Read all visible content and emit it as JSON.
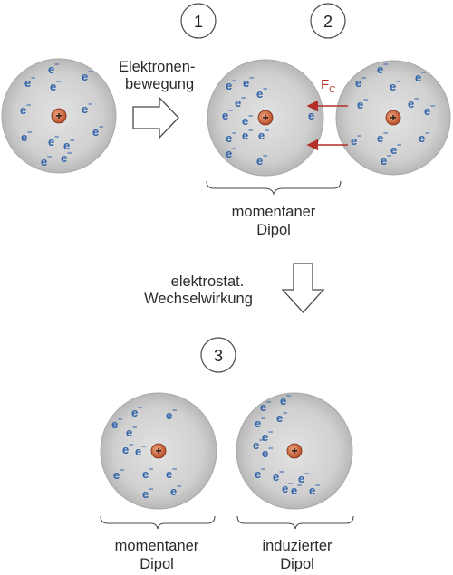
{
  "steps": {
    "step1": "1",
    "step2": "2",
    "step3": "3"
  },
  "labels": {
    "electron_motion_line1": "Elektronen-",
    "electron_motion_line2": "bewegung",
    "electrostatic_line1": "elektrostat.",
    "electrostatic_line2": "Wechselwirkung",
    "momentary_dipole_line1": "momentaner",
    "momentary_dipole_line2": "Dipol",
    "induced_dipole_line1": "induzierter",
    "induced_dipole_line2": "Dipol"
  },
  "force": {
    "symbol": "F",
    "subscript": "C"
  },
  "particles": {
    "electron": "e",
    "electron_charge": "−",
    "nucleus_charge": "+"
  },
  "colors": {
    "atom_fill": "#cfcfcf",
    "atom_edge": "#a8a8a8",
    "electron": "#2f63ab",
    "nucleus": "#c0552f",
    "force_arrow": "#b3312a",
    "outline": "#4a4a4a"
  }
}
